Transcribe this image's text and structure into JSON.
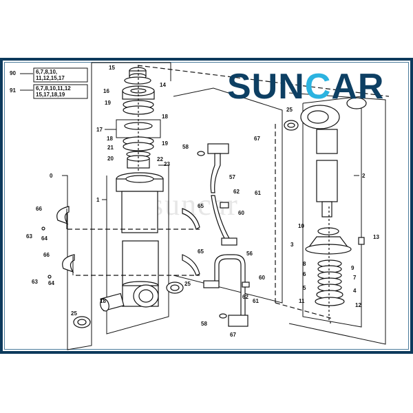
{
  "brand": {
    "logo_part1": "SUN",
    "logo_c": "C",
    "logo_part2": "AR",
    "primary_color": "#0d3f63",
    "accent_color": "#2bb3e0",
    "watermark": "suncar"
  },
  "frame": {
    "border_color": "#0d3a5c"
  },
  "kits": [
    {
      "ref": "90",
      "line1": "6,7,8,10,",
      "line2": "11,12,15,17"
    },
    {
      "ref": "91",
      "line1": "6,7,8,10,11,12",
      "line2": "15,17,18,19"
    }
  ],
  "callouts": {
    "assembly": "0",
    "cylinder": "1",
    "rod": "2",
    "head": "3",
    "c4": "4",
    "c5": "5",
    "c6": "6",
    "c7": "7",
    "c8": "8",
    "c9": "9",
    "c10": "10",
    "c11": "11",
    "c12": "12",
    "c13": "13",
    "c14": "14",
    "c15": "15",
    "c16": "16",
    "c17": "17",
    "c18a": "18",
    "c18b": "18",
    "c18_bushing": "18",
    "c19a": "19",
    "c19b": "19",
    "c20": "20",
    "c21": "21",
    "c22": "22",
    "c23": "23",
    "c25a": "25",
    "c25b": "25",
    "c25c": "25",
    "c56": "56",
    "c57": "57",
    "c58a": "58",
    "c58b": "58",
    "c60a": "60",
    "c60b": "60",
    "c61a": "61",
    "c61b": "61",
    "c62a": "62",
    "c62b": "62",
    "c63a": "63",
    "c63b": "63",
    "c64a": "64",
    "c64b": "64",
    "c65a": "65",
    "c65b": "65",
    "c66a": "66",
    "c66b": "66",
    "c67a": "67",
    "c67b": "67"
  }
}
